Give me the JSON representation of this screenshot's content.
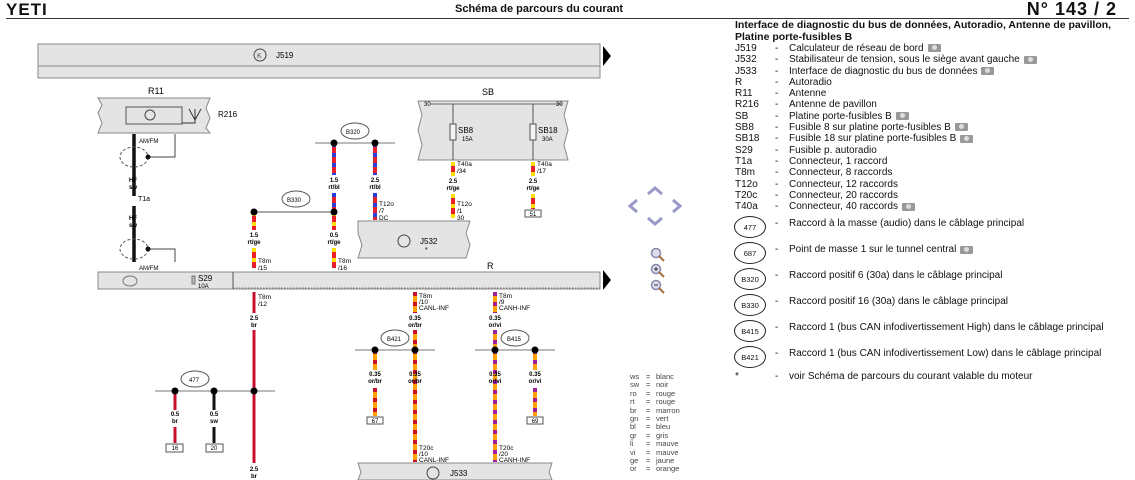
{
  "header": {
    "brand": "YETI",
    "title": "Schéma de parcours du courant",
    "page_number": "N°  143 / 2"
  },
  "legend": {
    "title": "Interface de diagnostic du bus de données, Autoradio, Antenne de pavillon, Platine porte-fusibles B",
    "items": [
      {
        "code": "J519",
        "text": "Calculateur de réseau de bord",
        "photo": true
      },
      {
        "code": "J532",
        "text": "Stabilisateur de tension, sous le siège avant gauche",
        "photo": true
      },
      {
        "code": "J533",
        "text": "Interface de diagnostic du bus de données",
        "photo": true
      },
      {
        "code": "R",
        "text": "Autoradio",
        "photo": false
      },
      {
        "code": "R11",
        "text": "Antenne",
        "photo": false
      },
      {
        "code": "R216",
        "text": "Antenne de pavillon",
        "photo": false
      },
      {
        "code": "SB",
        "text": "Platine porte-fusibles B",
        "photo": true
      },
      {
        "code": "SB8",
        "text": "Fusible 8 sur platine porte-fusibles B",
        "photo": true
      },
      {
        "code": "SB18",
        "text": "Fusible 18 sur platine porte-fusibles B",
        "photo": true
      },
      {
        "code": "S29",
        "text": "Fusible p. autoradio",
        "photo": false
      },
      {
        "code": "T1a",
        "text": "Connecteur, 1 raccord",
        "photo": false
      },
      {
        "code": "T8m",
        "text": "Connecteur, 8 raccords",
        "photo": false
      },
      {
        "code": "T12o",
        "text": "Connecteur, 12 raccords",
        "photo": false
      },
      {
        "code": "T20c",
        "text": "Connecteur, 20 raccords",
        "photo": false
      },
      {
        "code": "T40a",
        "text": "Connecteur, 40 raccords",
        "photo": true
      }
    ],
    "connections": [
      {
        "code": "477",
        "text": "Raccord à la masse (audio) dans le câblage principal",
        "photo": false
      },
      {
        "code": "687",
        "text": "Point de masse 1 sur le tunnel central",
        "photo": true
      },
      {
        "code": "B320",
        "text": "Raccord positif 6 (30a) dans le câblage principal",
        "photo": false
      },
      {
        "code": "B330",
        "text": "Raccord positif 16 (30a) dans le câblage principal",
        "photo": false
      },
      {
        "code": "B415",
        "text": "Raccord 1 (bus CAN infodivertissement High) dans le câblage principal",
        "photo": false
      },
      {
        "code": "B421",
        "text": "Raccord 1 (bus CAN infodivertissement Low) dans le câblage principal",
        "photo": false
      }
    ],
    "footnote": {
      "code": "*",
      "text": "voir Schéma de parcours du courant valable du moteur"
    }
  },
  "color_codes": [
    {
      "abbr": "ws",
      "name": "blanc"
    },
    {
      "abbr": "sw",
      "name": "noir"
    },
    {
      "abbr": "ro",
      "name": "rouge"
    },
    {
      "abbr": "rt",
      "name": "rouge"
    },
    {
      "abbr": "br",
      "name": "marron"
    },
    {
      "abbr": "gn",
      "name": "vert"
    },
    {
      "abbr": "bl",
      "name": "bleu"
    },
    {
      "abbr": "gr",
      "name": "gris"
    },
    {
      "abbr": "li",
      "name": "mauve"
    },
    {
      "abbr": "vi",
      "name": "mauve"
    },
    {
      "abbr": "ge",
      "name": "jaune"
    },
    {
      "abbr": "or",
      "name": "orange"
    }
  ],
  "navigation": {
    "pan_up": "pan-up",
    "pan_down": "pan-down",
    "pan_left": "pan-left",
    "pan_right": "pan-right",
    "zoom_fit": "zoom-fit",
    "zoom_in": "zoom-in",
    "zoom_out": "zoom-out"
  },
  "wire_colors": {
    "rt": "#e8202a",
    "bl": "#2a3de0",
    "ge": "#ffe000",
    "br": "#c8102e",
    "sw": "#111111",
    "or": "#ffa000",
    "vi": "#a020a0",
    "box": "#e4e4e4",
    "nav": "#9a9ac8"
  },
  "diagram": {
    "components": {
      "J519": "J519",
      "R11": "R11",
      "R216": "R216",
      "SB": "SB",
      "J532": "J532",
      "R": "R",
      "S29": "S29",
      "S29_rating": "10A",
      "J533": "J533",
      "SB8": "SB8",
      "SB8_rating": "15A",
      "SB18": "SB18",
      "SB18_rating": "30A",
      "terminal_30": "30",
      "J532_star": "*"
    },
    "splices": [
      "B320",
      "B330",
      "B421",
      "B415",
      "477"
    ],
    "wire_labels": {
      "amfm_top": "AM/FM",
      "hf1": "HF",
      "sw1": "sw",
      "t1a": "T1a",
      "hf2": "HF",
      "sw2": "sw",
      "amfm_bot": "AM/FM",
      "b320_l_size": "1.5",
      "b320_l_col": "rt/bl",
      "b320_r_size": "2.5",
      "b320_r_col": "rt/bl",
      "t12o7_a": "T12o",
      "t12o7_b": "/7",
      "t12o7_c": "DC",
      "b330_l_size": "1.5",
      "b330_l_col": "rt/ge",
      "b330_r_size": "0.5",
      "b330_r_col": "rt/ge",
      "t8m15_a": "T8m",
      "t8m15_b": "/15",
      "t8m16_a": "T8m",
      "t8m16_b": "/16",
      "t40a34_a": "T40a",
      "t40a34_b": "/34",
      "t40a17_a": "T40a",
      "t40a17_b": "/17",
      "sb8_size": "2.5",
      "sb8_col": "rt/ge",
      "sb18_size": "2.5",
      "sb18_col": "rt/ge",
      "t12o1_a": "T12o",
      "t12o1_b": "/1",
      "t12o1_c": "30",
      "ref51": "51",
      "t8m12_a": "T8m",
      "t8m12_b": "/12",
      "br_size": "2.5",
      "br_col": "br",
      "t8m10_a": "T8m",
      "t8m10_b": "/10",
      "t8m10_c": "CANL-INF",
      "t8m9_a": "T8m",
      "t8m9_b": "/9",
      "t8m9_c": "CANH-INF",
      "canl_size": "0.35",
      "canl_col": "or/br",
      "canh_size": "0.35",
      "canh_col": "or/vi",
      "b421_l_size": "0.35",
      "b421_l_col": "or/br",
      "b421_r_size": "0.35",
      "b421_r_col": "or/br",
      "b415_l_size": "0.35",
      "b415_l_col": "or/vi",
      "b415_r_size": "0.35",
      "b415_r_col": "or/vi",
      "ref67": "67",
      "ref69": "69",
      "t20c10_a": "T20c",
      "t20c10_b": "/10",
      "t20c10_c": "CANL-INF",
      "t20c20_a": "T20c",
      "t20c20_b": "/20",
      "t20c20_c": "CANH-INF",
      "g477_l_size": "0.5",
      "g477_l_col": "br",
      "g477_r_size": "0.5",
      "g477_r_col": "sw",
      "ref16": "16",
      "ref20": "20",
      "br2_size": "2.5",
      "br2_col": "br"
    }
  }
}
